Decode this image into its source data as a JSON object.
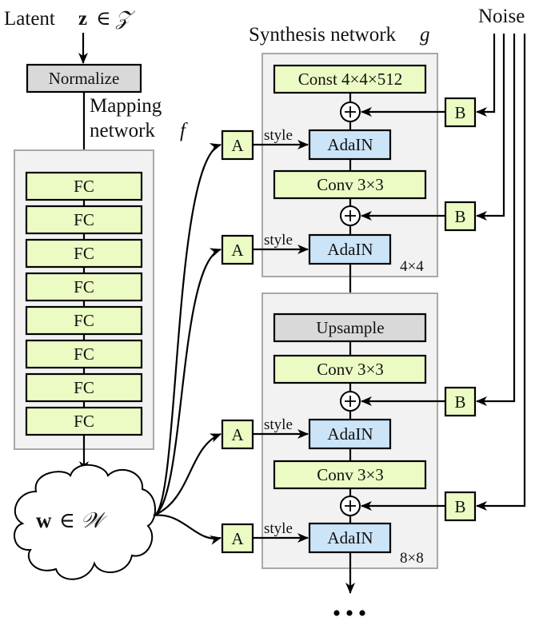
{
  "colors": {
    "fc_fill": "#ecfbc4",
    "adain_fill": "#cce4f7",
    "gray_fill": "#d9d9d9",
    "group_fill": "#f2f2f2"
  },
  "latent": {
    "label": "Latent",
    "symbol": "z",
    "set": "∈ 𝒵"
  },
  "normalize": {
    "label": "Normalize"
  },
  "mapping": {
    "title_line1": "Mapping",
    "title_line2": "network",
    "title_symbol": "f",
    "layers": [
      "FC",
      "FC",
      "FC",
      "FC",
      "FC",
      "FC",
      "FC",
      "FC"
    ]
  },
  "w_space": {
    "symbol": "w",
    "set": "∈ 𝒲"
  },
  "synthesis": {
    "title": "Synthesis network",
    "title_symbol": "g",
    "noise_label": "Noise",
    "affine_label": "A",
    "noise_scale_label": "B",
    "style_label": "style",
    "blocks": [
      {
        "resolution": "4×4",
        "first_layer": "Const 4×4×512",
        "adain": "AdaIN",
        "conv": "Conv 3×3",
        "adain2": "AdaIN"
      },
      {
        "resolution": "8×8",
        "upsample": "Upsample",
        "conv1": "Conv 3×3",
        "adain": "AdaIN",
        "conv2": "Conv 3×3",
        "adain2": "AdaIN"
      }
    ],
    "continuation": "…"
  }
}
